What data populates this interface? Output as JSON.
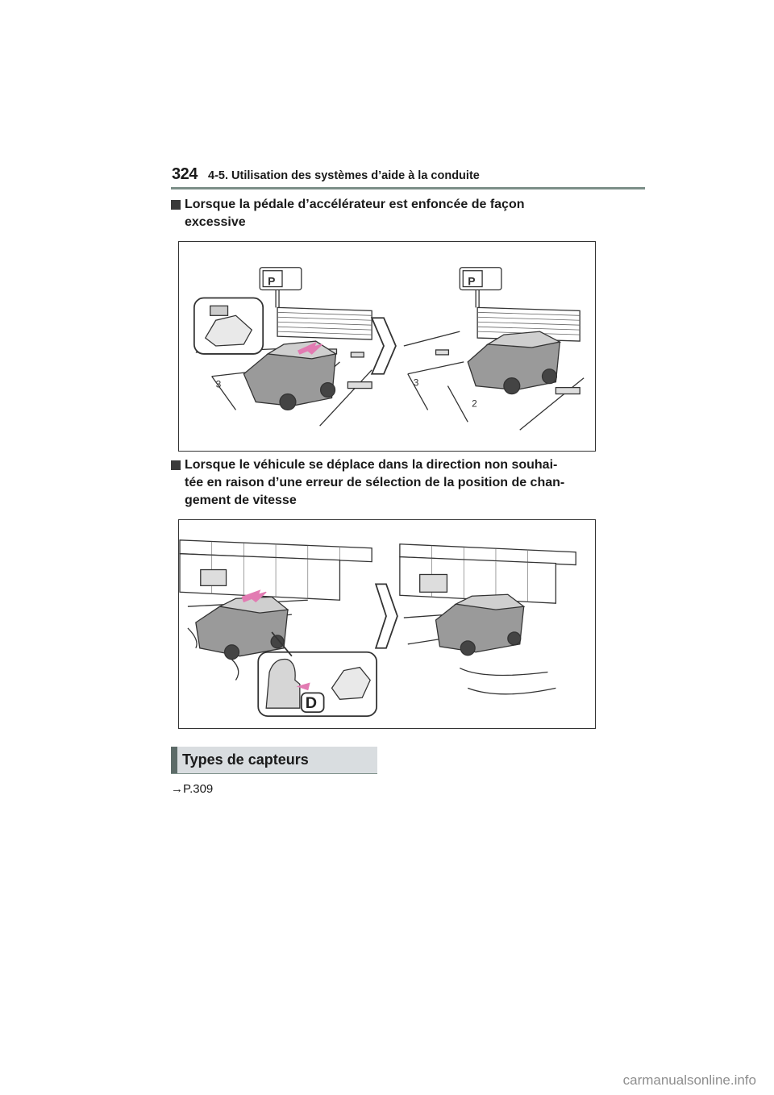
{
  "header": {
    "page_number": "324",
    "chapter_title": "4-5. Utilisation des systèmes d’aide à la conduite"
  },
  "headings": [
    {
      "text": "Lorsque la pédale d’accélérateur est enfoncée de façon\nexcessive"
    },
    {
      "text": "Lorsque le véhicule se déplace dans la direction non souhai-\ntée en raison d’une erreur de sélection de la position de chan-\ngement de vitesse"
    }
  ],
  "figures": {
    "fig1": {
      "sign_labels": [
        "P",
        "P"
      ],
      "space_numbers": [
        "3",
        "3",
        "2"
      ]
    },
    "fig2": {
      "shift_position_label": "D"
    }
  },
  "section": {
    "title": "Types de capteurs"
  },
  "xref": {
    "text": "→P.309"
  },
  "watermark": {
    "text": "carmanualsonline.info"
  },
  "colors": {
    "accent_arrow": "#e27bb2",
    "header_rule": "#7c8f88",
    "section_bg": "#d9dde0"
  }
}
